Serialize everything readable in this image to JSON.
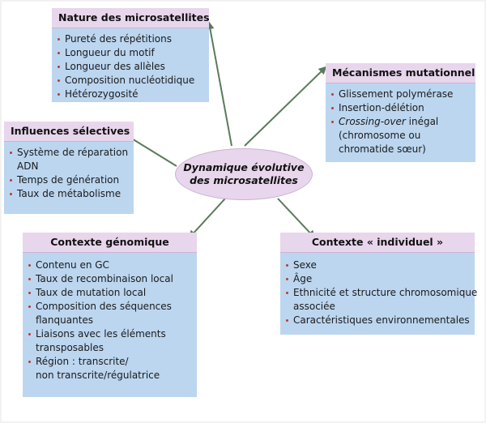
{
  "center": {
    "line1": "Dynamique évolutive",
    "line2": "des microsatellites"
  },
  "boxes": {
    "nature": {
      "title": "Nature des microsatellites",
      "items": [
        "Pureté des répétitions",
        "Longueur du motif",
        "Longueur des allèles",
        "Composition nucléotidique",
        "Hétérozygosité"
      ]
    },
    "mecanismes": {
      "title": "Mécanismes mutationnels",
      "items": [
        "Glissement polymérase",
        "Insertion-délétion"
      ],
      "crossing_italic": "Crossing-over",
      "crossing_rest": " inégal",
      "crossing_line2": "(chromosome ou",
      "crossing_line3": "chromatide sœur)"
    },
    "influences": {
      "title": "Influences sélectives",
      "items": [
        "Système de réparation",
        "ADN",
        "Temps de génération",
        "Taux de métabolisme"
      ]
    },
    "genomique": {
      "title": "Contexte génomique",
      "items": [
        "Contenu en GC",
        "Taux de recombinaison local",
        "Taux de mutation local",
        "Composition des séquences",
        "flanquantes",
        "Liaisons avec les éléments",
        "transposables",
        "Région : transcrite/",
        "non transcrite/régulatrice"
      ]
    },
    "individuel": {
      "title": "Contexte « individuel »",
      "items": [
        "Sexe",
        "Âge",
        "Ethnicité et structure chromosomique",
        "associée",
        "Caractéristiques environnementales"
      ]
    }
  },
  "colors": {
    "box_fill": "#bcd6f0",
    "title_fill": "#e8d6ec",
    "arrow": "#5a7a5a",
    "bullet": "#c0392b"
  }
}
